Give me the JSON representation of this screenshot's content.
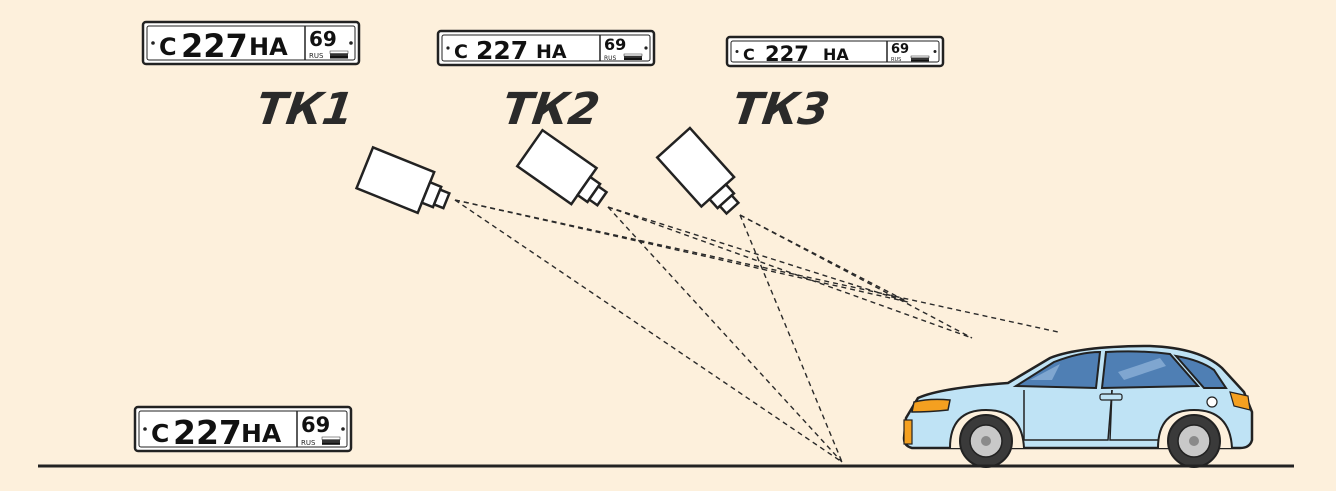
{
  "plates": [
    {
      "series": "С",
      "number": "227",
      "letters": "НА",
      "region": "69",
      "country": "RUS"
    },
    {
      "series": "С",
      "number": "227",
      "letters": "НА",
      "region": "69",
      "country": "RUS"
    },
    {
      "series": "С",
      "number": "227",
      "letters": "НА",
      "region": "69",
      "country": "RUS"
    },
    {
      "series": "С",
      "number": "227",
      "letters": "НА",
      "region": "69",
      "country": "RUS"
    }
  ],
  "cameras": [
    {
      "label": "ТК1"
    },
    {
      "label": "ТК2"
    },
    {
      "label": "ТК3"
    }
  ],
  "colors": {
    "background": "#fdf0dc",
    "car_body": "#bfe3f5",
    "car_window": "#4f7fb4",
    "headlight": "#f4a020",
    "line": "#222222"
  }
}
